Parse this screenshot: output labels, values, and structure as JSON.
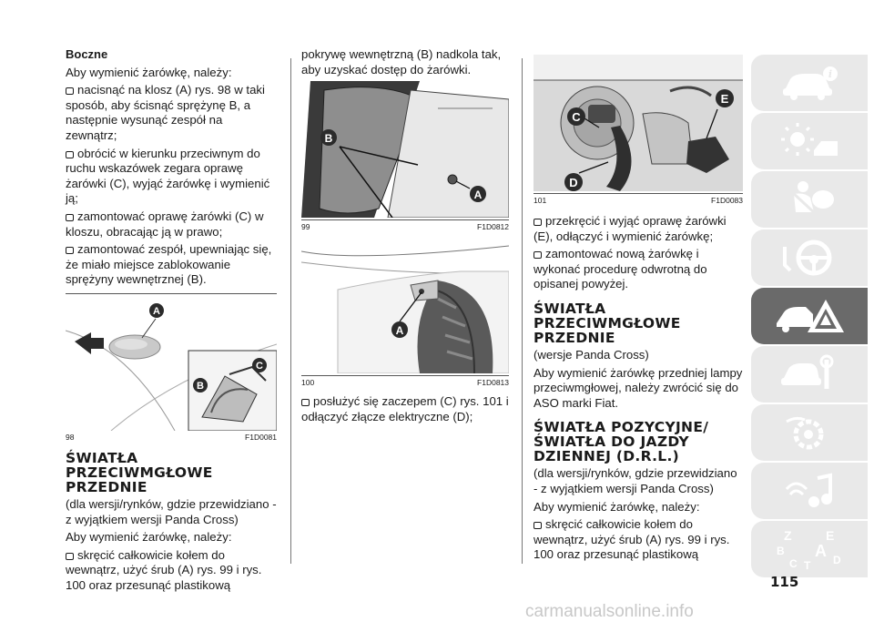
{
  "col1": {
    "heading": "Boczne",
    "intro": "Aby wymienić żarówkę, należy:",
    "bullets": [
      "nacisnąć na klosz (A) rys. 98 w taki sposób, aby ścisnąć sprężynę B, a następnie wysunąć zespół na zewnątrz;",
      "obrócić w kierunku przeciwnym do ruchu wskazówek zegara oprawę żarówki (C), wyjąć żarówkę i wymienić ją;",
      "zamontować oprawę żarówki (C) w kloszu, obracając ją w prawo;",
      "zamontować zespół, upewniając się, że miało miejsce zablokowanie sprężyny wewnętrznej (B)."
    ],
    "figure": {
      "number": "98",
      "code": "F1D0081",
      "labels": [
        "A",
        "B",
        "C"
      ]
    },
    "section_title": "ŚWIATŁA PRZECIWMGŁOWE PRZEDNIE",
    "note": "(dla wersji/rynków, gdzie przewidziano - z wyjątkiem wersji Panda Cross)",
    "intro2": "Aby wymienić żarówkę, należy:",
    "bullets2": [
      "skręcić całkowicie kołem do wewnątrz, użyć śrub (A) rys. 99 i rys. 100 oraz przesunąć plastikową"
    ]
  },
  "col2": {
    "continuation": "pokrywę wewnętrzną (B) nadkola tak, aby uzyskać dostęp do żarówki.",
    "figure99": {
      "number": "99",
      "code": "F1D0812",
      "labels": [
        "B",
        "A"
      ]
    },
    "figure100": {
      "number": "100",
      "code": "F1D0813",
      "labels": [
        "A"
      ]
    },
    "bullets": [
      "posłużyć się zaczepem (C) rys. 101 i odłączyć złącze elektryczne (D);"
    ]
  },
  "col3": {
    "figure101": {
      "number": "101",
      "code": "F1D0083",
      "labels": [
        "E",
        "C",
        "D"
      ]
    },
    "bullets": [
      "przekręcić i wyjąć oprawę żarówki (E), odłączyć i wymienić żarówkę;",
      "zamontować nową żarówkę i wykonać procedurę odwrotną do opisanej powyżej."
    ],
    "section1_title": "ŚWIATŁA PRZECIWMGŁOWE PRZEDNIE",
    "section1_note": "(wersje Panda Cross)",
    "section1_text": "Aby wymienić żarówkę przedniej lampy przeciwmgłowej, należy zwrócić się do ASO marki Fiat.",
    "section2_title": "ŚWIATŁA POZYCYJNE/ŚWIATŁA DO JAZDY DZIENNEJ (D.R.L.)",
    "section2_note": "(dla wersji/rynków, gdzie przewidziano - z wyjątkiem wersji Panda Cross)",
    "section2_intro": "Aby wymienić żarówkę, należy:",
    "section2_bullets": [
      "skręcić całkowicie kołem do wewnątrz, użyć śrub (A) rys. 99 i rys. 100 oraz przesunąć plastikową"
    ]
  },
  "sidebar": {
    "tabs": [
      {
        "icon": "car-info-icon",
        "active": false
      },
      {
        "icon": "dashboard-lights-icon",
        "active": false
      },
      {
        "icon": "airbag-seatbelt-icon",
        "active": false
      },
      {
        "icon": "steering-wheel-icon",
        "active": false
      },
      {
        "icon": "emergency-warning-icon",
        "active": true
      },
      {
        "icon": "car-maintenance-icon",
        "active": false
      },
      {
        "icon": "technical-data-icon",
        "active": false
      },
      {
        "icon": "multimedia-icon",
        "active": false
      },
      {
        "icon": "alphabetical-index-icon",
        "active": false
      }
    ],
    "index_letters": [
      "Z",
      "E",
      "B",
      "A",
      "C",
      "T",
      "D"
    ]
  },
  "page_number": "115",
  "watermark": "carmanualsonline.info",
  "colors": {
    "label_circle": "#2b2b2b",
    "active_tab": "#6a6a6a",
    "inactive_tab": "#e9e9e9",
    "icon_light": "#ffffff"
  }
}
